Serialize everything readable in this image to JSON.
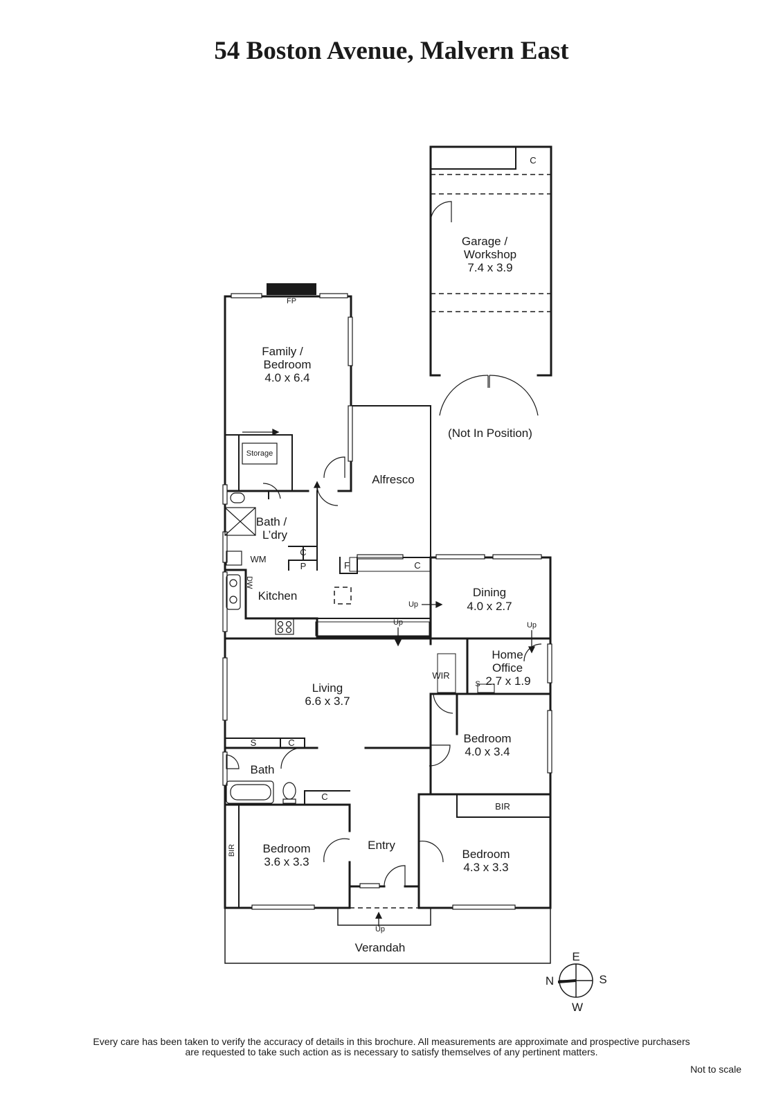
{
  "title": "54 Boston Avenue, Malvern East",
  "rooms": {
    "garage": {
      "name": "Garage /",
      "name2": "Workshop",
      "size": "7.4 x 3.9"
    },
    "not_in_position": "(Not In Position)",
    "family": {
      "name": "Family /",
      "name2": "Bedroom",
      "size": "4.0 x 6.4"
    },
    "fp": "FP",
    "storage": "Storage",
    "alfresco": "Alfresco",
    "bath_laundry": {
      "name": "Bath /",
      "name2": "L’dry"
    },
    "kitchen": "Kitchen",
    "dining": {
      "name": "Dining",
      "size": "4.0 x 2.7"
    },
    "home_office": {
      "name": "Home",
      "name2": "Office",
      "size": "2.7 x 1.9"
    },
    "living": {
      "name": "Living",
      "size": "6.6 x 3.7"
    },
    "wir": "WIR",
    "bedroom_east": {
      "name": "Bedroom",
      "size": "4.0 x 3.4"
    },
    "bath": "Bath",
    "bedroom_sw": {
      "name": "Bedroom",
      "size": "3.6 x 3.3"
    },
    "entry": "Entry",
    "bedroom_se": {
      "name": "Bedroom",
      "size": "4.3 x 3.3"
    },
    "verandah": "Verandah"
  },
  "fixtures": {
    "c": "C",
    "p": "P",
    "f": "F",
    "s": "S",
    "wm": "WM",
    "dw": "DW",
    "bir": "BIR",
    "up": "Up"
  },
  "compass": {
    "n": "N",
    "e": "E",
    "s": "S",
    "w": "W"
  },
  "disclaimer": {
    "line1": "Every care has been taken to verify the accuracy of details in this brochure.  All measurements are approximate and prospective purchasers",
    "line2": "are requested to take such action as is necessary to satisfy themselves of any pertinent matters."
  },
  "not_to_scale": "Not to scale"
}
